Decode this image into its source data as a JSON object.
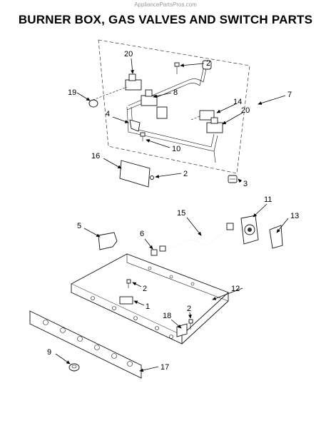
{
  "watermark": "AppliancePartsPros.com",
  "title": "BURNER BOX, GAS VALVES AND SWITCH PARTS",
  "callouts": {
    "c20a": "20",
    "c19": "19",
    "c2a": "2",
    "c8": "8",
    "c7": "7",
    "c14": "14",
    "c20b": "20",
    "c4": "4",
    "c10": "10",
    "c16": "16",
    "c2b": "2",
    "c3": "3",
    "c11": "11",
    "c15": "15",
    "c13": "13",
    "c5": "5",
    "c6": "6",
    "c2c": "2",
    "c12": "12",
    "c1": "1",
    "c18": "18",
    "c2d": "2",
    "c9": "9",
    "c17": "17"
  }
}
